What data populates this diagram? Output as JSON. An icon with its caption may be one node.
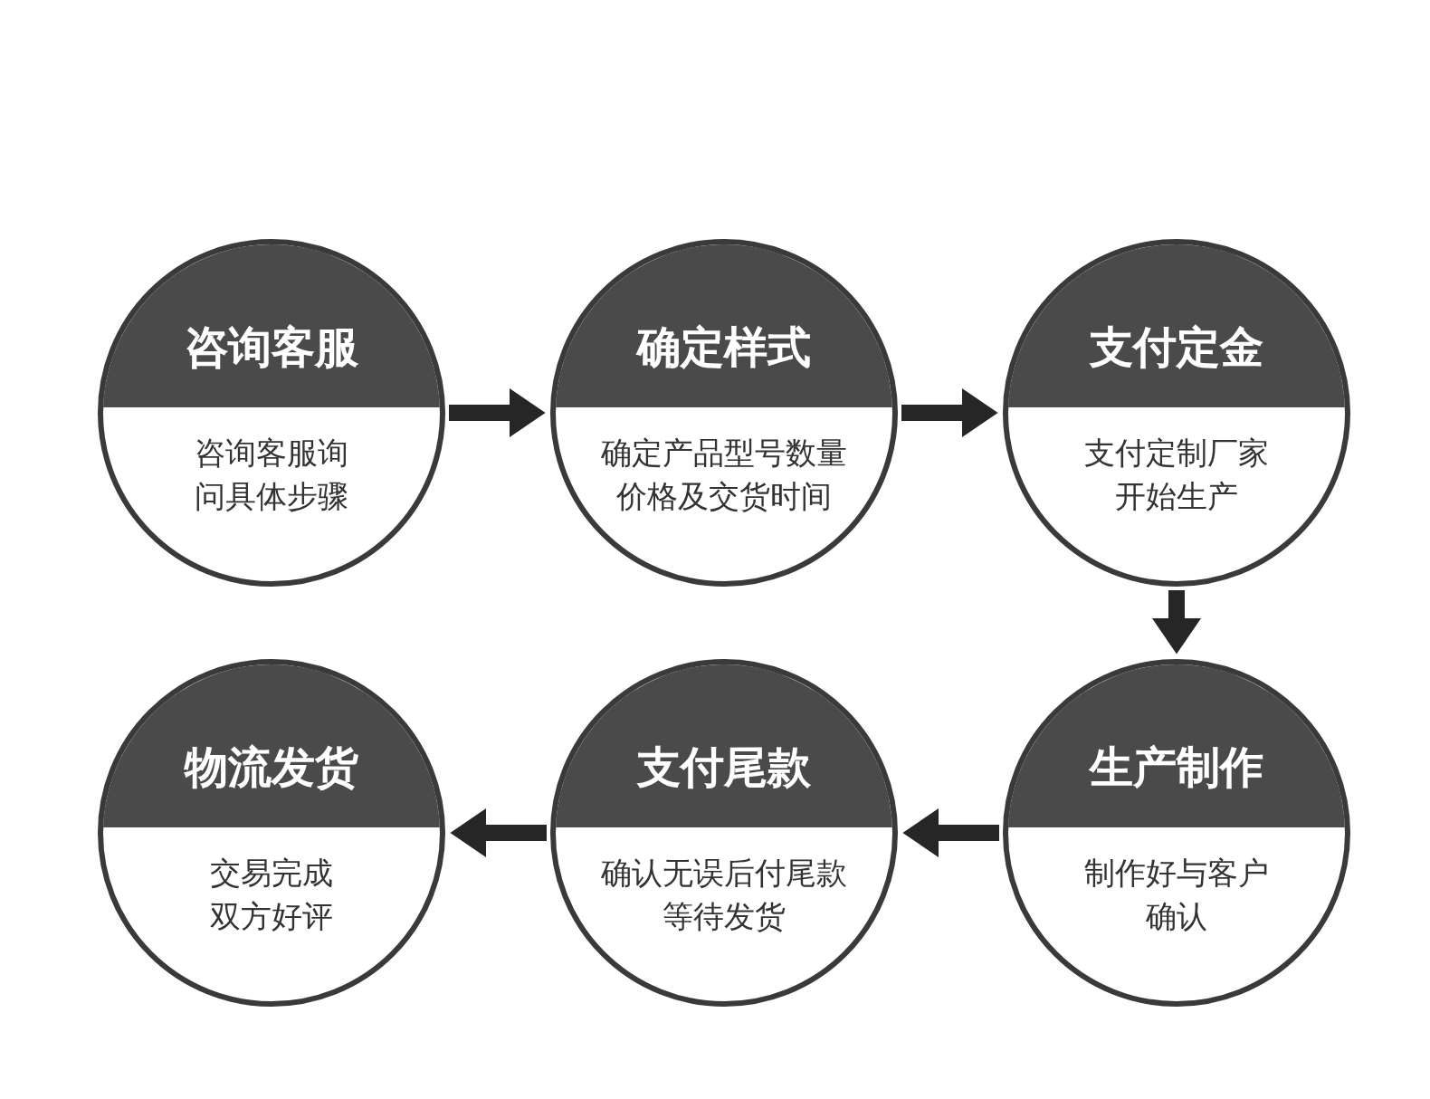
{
  "diagram": {
    "nodes": [
      {
        "text": [
          "咨询客服",
          "咨询客服询问具体步骤"
        ]
      },
      {
        "text": [
          "确定样式",
          "确定产品型号数量价格及交货时间"
        ]
      },
      {
        "text": [
          "支付定金",
          "支付定制厂家开始生产"
        ]
      },
      {
        "text": [
          "物流发货",
          "交易完成双方好评"
        ]
      },
      {
        "text": [
          "支付尾款",
          "确认无误后付尾款等待发货"
        ]
      },
      {
        "text": [
          "生产制作",
          "制作好与客户确认"
        ]
      }
    ],
    "edges": [
      {
        "from": 0,
        "to": 1,
        "arrow": "to"
      },
      {
        "from": 1,
        "to": 2,
        "arrow": "to"
      },
      {
        "from": 2,
        "to": 5,
        "arrow": "to"
      },
      {
        "from": 5,
        "to": 4,
        "arrow": "to"
      },
      {
        "from": 4,
        "to": 3,
        "arrow": "to"
      }
    ]
  }
}
